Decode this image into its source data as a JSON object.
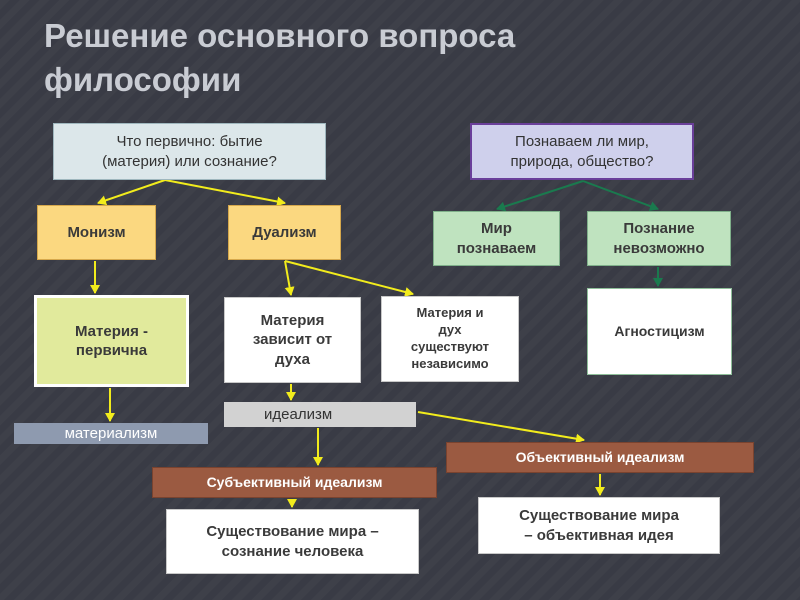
{
  "title": {
    "line1": "Решение основного вопроса",
    "line2": "философии"
  },
  "boxes": {
    "question_being": {
      "line1": "Что первично: бытие",
      "line2": "(материя) или сознание?"
    },
    "question_knowledge": {
      "line1": "Познаваем ли мир,",
      "line2": "природа, общество?"
    },
    "monism": "Монизм",
    "dualism": "Дуализм",
    "world_knowable": {
      "line1": "Мир",
      "line2": "познаваем"
    },
    "knowledge_impossible": {
      "line1": "Познание",
      "line2": "невозможно"
    },
    "agnosticism": "Агностицизм",
    "matter_primary": {
      "line1": "Материя -",
      "line2": "первична"
    },
    "matter_depends": {
      "line1": "Материя",
      "line2": "зависит от",
      "line3": "духа"
    },
    "matter_spirit_independent": {
      "line1": "Материя и",
      "line2": "дух",
      "line3": "существуют",
      "line4": "независимо"
    },
    "materialism": "материализм",
    "idealism": "идеализм",
    "subjective_idealism": "Субъективный идеализм",
    "objective_idealism": "Объективный идеализм",
    "existence_consciousness": {
      "line1": "Существование мира –",
      "line2": "сознание человека"
    },
    "existence_objective_idea": {
      "line1": "Существование мира",
      "line2": "– объективная идея"
    }
  },
  "colors": {
    "background": "#393b45",
    "title": "#c9ccd3",
    "arrow_yellow": "#f2ec1c",
    "arrow_green": "#1a7a4e",
    "box_yellow": "#fbd880",
    "box_green": "#bfe3bf",
    "box_brown": "#9b5a41"
  }
}
